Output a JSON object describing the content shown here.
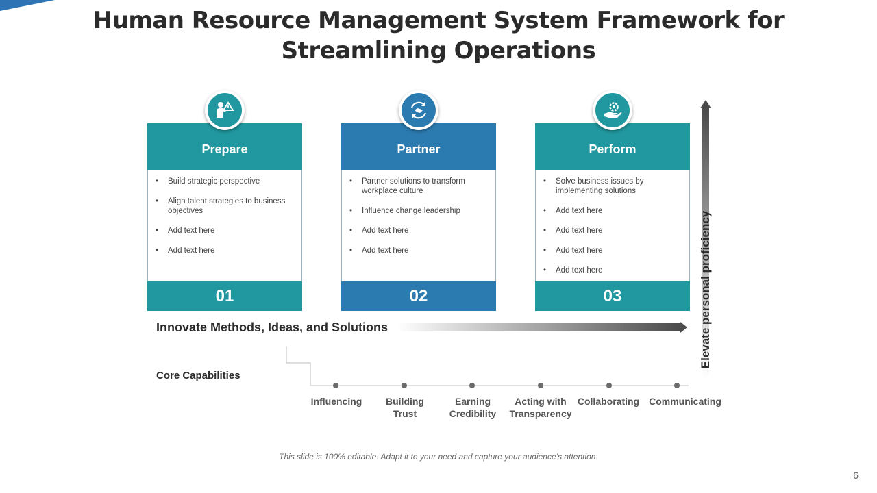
{
  "slide": {
    "title_line1": "Human Resource Management System Framework for",
    "title_line2": "Streamlining Operations",
    "footer_note": "This slide is 100% editable. Adapt it to your need and capture your audience’s attention.",
    "page_number": "6"
  },
  "colors": {
    "teal": "#21989f",
    "blue": "#2c7bb0",
    "accent_corner": "#2e74b5",
    "arrow": "#4a4a4a"
  },
  "cards": [
    {
      "title": "Prepare",
      "number": "01",
      "icon": "person-presentation-icon",
      "color": "#21989f",
      "items": [
        "Build strategic perspective",
        "Align talent strategies to business objectives",
        "Add text here",
        "Add text here"
      ]
    },
    {
      "title": "Partner",
      "number": "02",
      "icon": "handshake-cycle-icon",
      "color": "#2c7bb0",
      "items": [
        "Partner solutions to transform workplace culture",
        "Influence change leadership",
        "Add text here",
        "Add text here"
      ]
    },
    {
      "title": "Perform",
      "number": "03",
      "icon": "hand-gear-icon",
      "color": "#21989f",
      "items": [
        "Solve business issues by implementing solutions",
        "Add text here",
        "Add text here",
        "Add text here",
        "Add text here"
      ]
    }
  ],
  "horizontal_axis_label": "Innovate Methods, Ideas, and Solutions",
  "vertical_axis_label": "Elevate personal proficiency",
  "core_capabilities": {
    "label": "Core Capabilities",
    "items": [
      {
        "line1": "Influencing",
        "line2": ""
      },
      {
        "line1": "Building",
        "line2": "Trust"
      },
      {
        "line1": "Earning",
        "line2": "Credibility"
      },
      {
        "line1": "Acting with",
        "line2": "Transparency"
      },
      {
        "line1": "Collaborating",
        "line2": ""
      },
      {
        "line1": "Communicating",
        "line2": ""
      }
    ]
  }
}
